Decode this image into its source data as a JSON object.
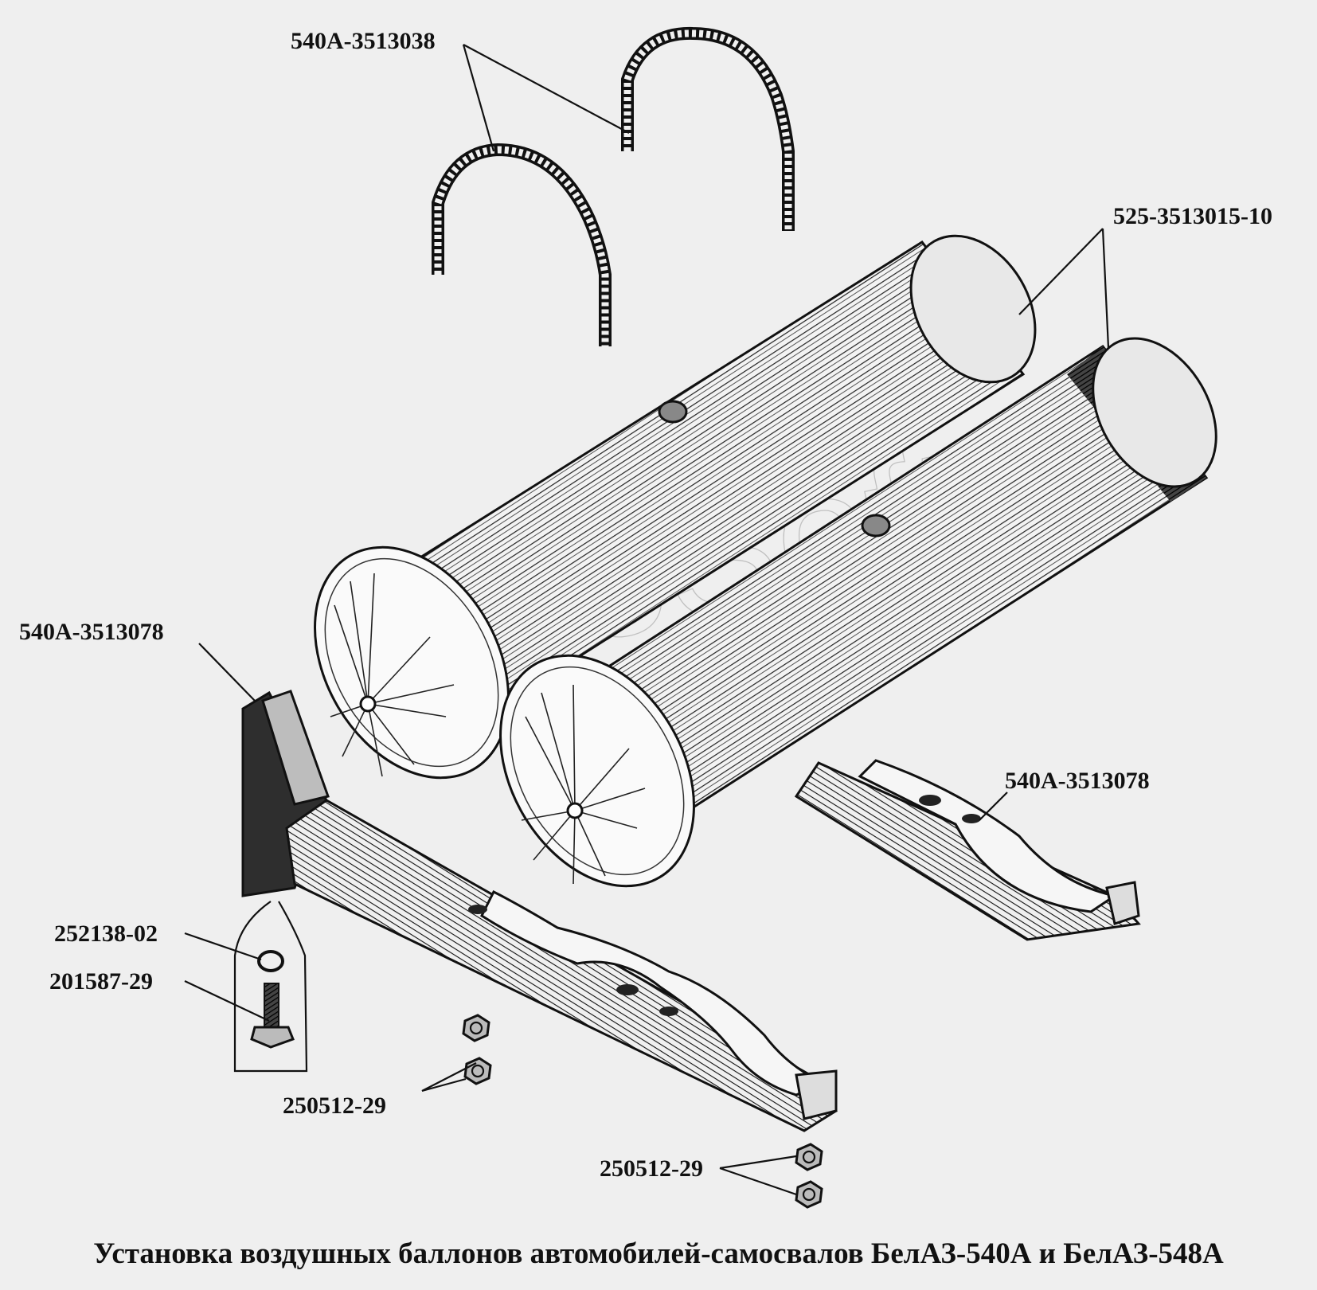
{
  "labels": {
    "strap": "540A-3513038",
    "tank": "525-3513015-10",
    "bracket_left": "540A-3513078",
    "bracket_right": "540A-3513078",
    "washer": "252138-02",
    "bolt": "201587-29",
    "nut_pair_left": "250512-29",
    "nut_pair_right": "250512-29"
  },
  "watermark": "AutoSoft",
  "caption": "Установка воздушных баллонов автомобилей-самосвалов БелАЗ-540А и БелАЗ-548А"
}
